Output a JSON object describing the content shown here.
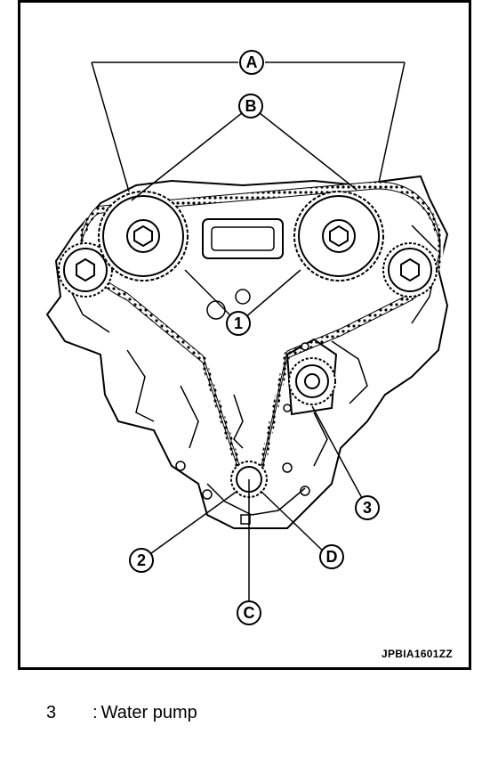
{
  "diagram": {
    "callouts": {
      "A": "A",
      "B": "B",
      "C": "C",
      "D": "D",
      "n1": "1",
      "n2": "2",
      "n3": "3"
    },
    "figure_code": "JPBIA1601ZZ"
  },
  "legend": {
    "items": [
      {
        "number": "3",
        "separator": ":",
        "label": "Water pump"
      }
    ]
  }
}
